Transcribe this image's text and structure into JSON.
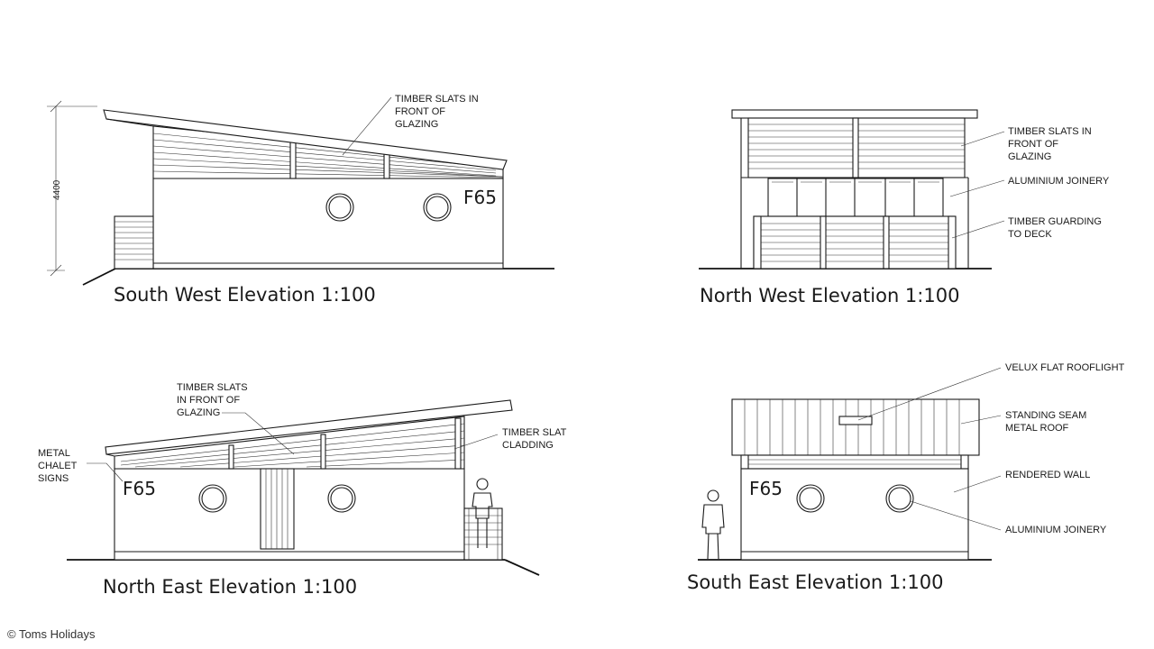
{
  "south_west": {
    "title": "South West Elevation 1:100",
    "sign": "F65",
    "dimension": "4400",
    "note_slats": [
      "TIMBER SLATS IN",
      "FRONT OF",
      "GLAZING"
    ]
  },
  "north_west": {
    "title": "North West Elevation 1:100",
    "note_slats": [
      "TIMBER SLATS IN",
      "FRONT OF",
      "GLAZING"
    ],
    "note_joinery": "ALUMINIUM JOINERY",
    "note_guarding": [
      "TIMBER GUARDING",
      "TO DECK"
    ]
  },
  "north_east": {
    "title": "North East Elevation 1:100",
    "sign": "F65",
    "note_slats": [
      "TIMBER SLATS",
      "IN FRONT OF",
      "GLAZING"
    ],
    "note_cladding": [
      "TIMBER SLAT",
      "CLADDING"
    ],
    "note_signs": [
      "METAL",
      "CHALET",
      "SIGNS"
    ]
  },
  "south_east": {
    "title": "South East Elevation 1:100",
    "sign": "F65",
    "note_rooflight": "VELUX FLAT ROOFLIGHT",
    "note_roof": [
      "STANDING SEAM",
      "METAL ROOF"
    ],
    "note_wall": "RENDERED WALL",
    "note_joinery": "ALUMINIUM JOINERY"
  },
  "copyright": "© Toms Holidays"
}
